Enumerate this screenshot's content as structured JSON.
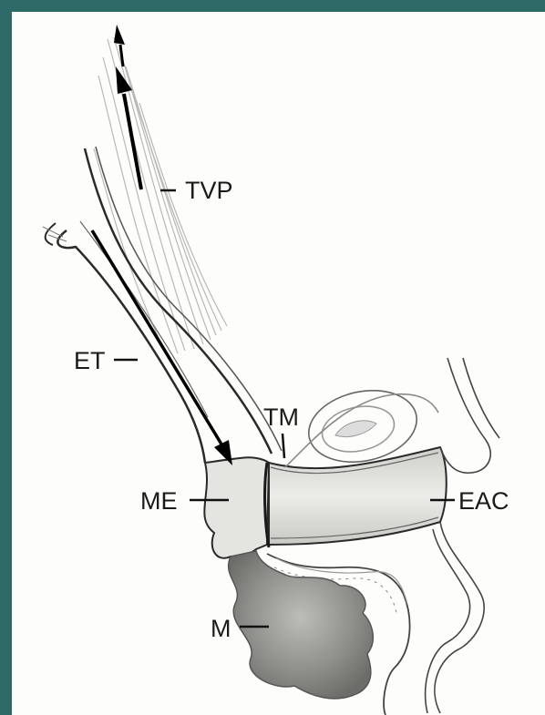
{
  "diagram": {
    "labels": {
      "tvp": "TVP",
      "et": "ET",
      "tm": "TM",
      "me": "ME",
      "eac": "EAC",
      "m": "M"
    }
  },
  "colors": {
    "frame": "#2f6a68",
    "background": "#fdfdfb",
    "line": "#2a2a2a",
    "tissue_fill": "#e6e6e2",
    "mastoid_fill": "#9a9a96"
  }
}
